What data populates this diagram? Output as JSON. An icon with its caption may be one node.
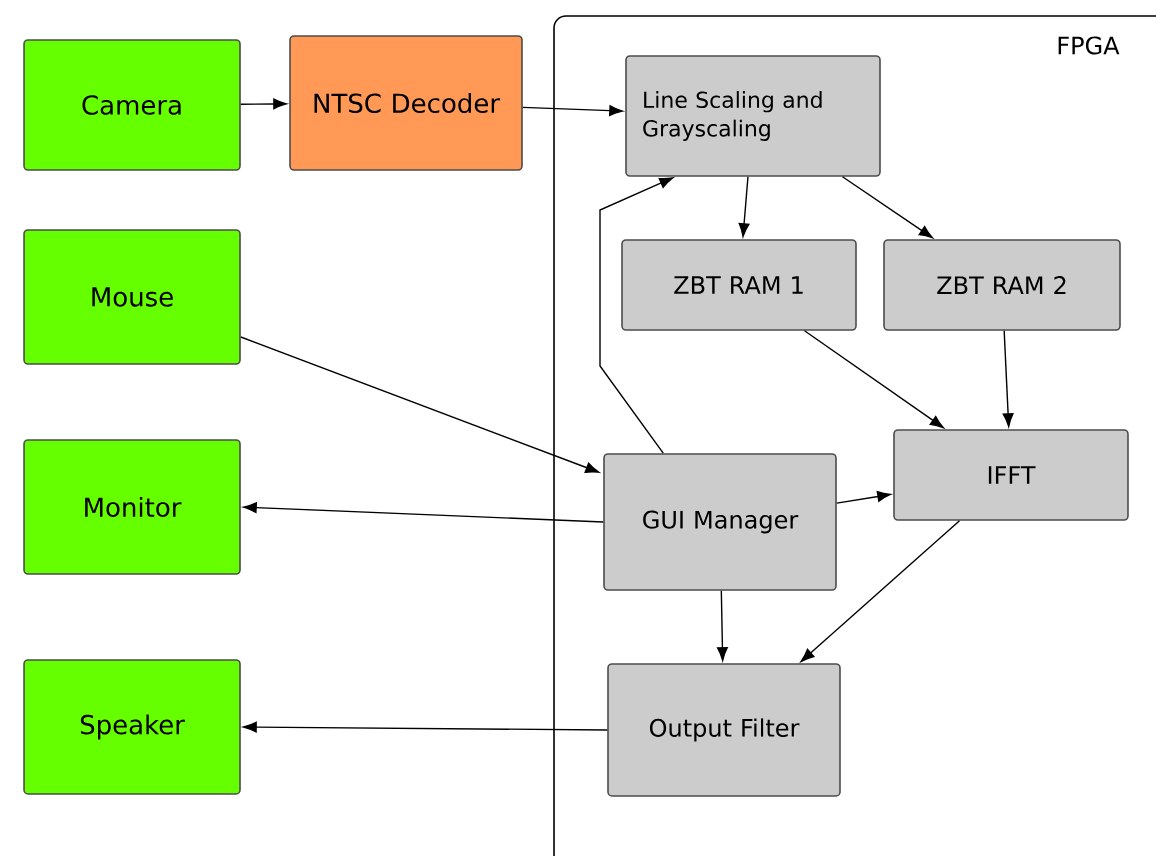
{
  "diagram": {
    "nodes": [
      {
        "text": [
          "Camera"
        ]
      },
      {
        "text": [
          "NTSC Decoder"
        ]
      },
      {
        "text": [
          "Mouse"
        ]
      },
      {
        "text": [
          "Monitor"
        ]
      },
      {
        "text": [
          "Speaker"
        ]
      },
      {
        "text": [
          "FPGA"
        ]
      },
      {
        "text": [
          "Line Scaling and Grayscaling"
        ],
        "in": 5
      },
      {
        "text": [
          "ZBT RAM 1"
        ],
        "in": 5
      },
      {
        "text": [
          "ZBT RAM 2"
        ],
        "in": 5
      },
      {
        "text": [
          "GUI Manager"
        ],
        "in": 5
      },
      {
        "text": [
          "IFFT"
        ],
        "in": 5
      },
      {
        "text": [
          "Output Filter"
        ],
        "in": 5
      }
    ],
    "edges": [
      {
        "from": 0,
        "to": 1,
        "arrow": "to"
      },
      {
        "from": 1,
        "to": 6,
        "arrow": "to"
      },
      {
        "from": 6,
        "to": 7,
        "arrow": "to"
      },
      {
        "from": 6,
        "to": 8,
        "arrow": "to"
      },
      {
        "from": 7,
        "to": 10,
        "arrow": "to"
      },
      {
        "from": 8,
        "to": 10,
        "arrow": "to"
      },
      {
        "from": 2,
        "to": 9,
        "arrow": "to"
      },
      {
        "from": 9,
        "to": 6,
        "arrow": "to"
      },
      {
        "from": 9,
        "to": 10,
        "arrow": "to"
      },
      {
        "from": 9,
        "to": 3,
        "arrow": "to"
      },
      {
        "from": 9,
        "to": 11,
        "arrow": "to"
      },
      {
        "from": 10,
        "to": 11,
        "arrow": "to"
      },
      {
        "from": 11,
        "to": 4,
        "arrow": "to"
      }
    ]
  }
}
